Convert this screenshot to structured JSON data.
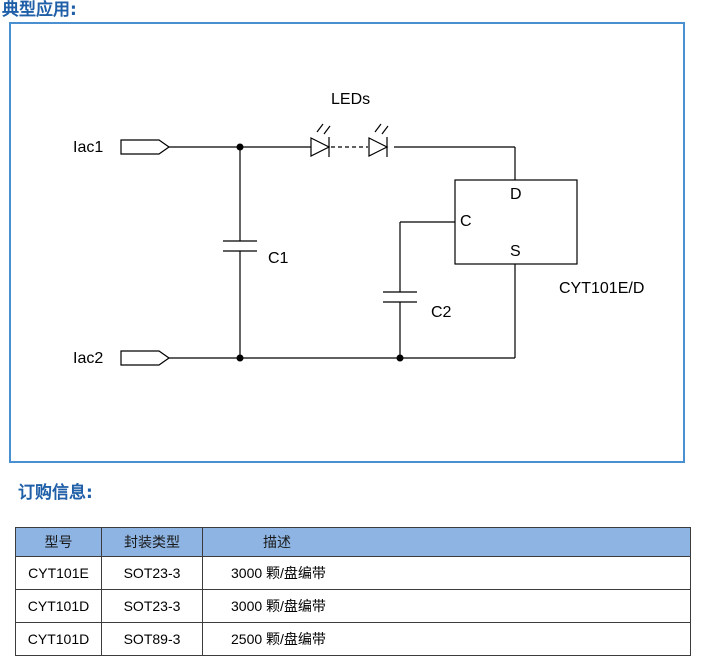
{
  "section_typical_app": "典型应用:",
  "section_ordering": "订购信息:",
  "circuit": {
    "labels": {
      "leds": "LEDs",
      "iac1": "Iac1",
      "iac2": "Iac2",
      "c1": "C1",
      "c2": "C2",
      "pin_d": "D",
      "pin_c": "C",
      "pin_s": "S",
      "chip": "CYT101E/D"
    }
  },
  "order_table": {
    "headers": [
      "型号",
      "封装类型",
      "描述"
    ],
    "rows": [
      [
        "CYT101E",
        "SOT23-3",
        "3000 颗/盘编带"
      ],
      [
        "CYT101D",
        "SOT23-3",
        "3000 颗/盘编带"
      ],
      [
        "CYT101D",
        "SOT89-3",
        "2500 颗/盘编带"
      ]
    ]
  },
  "colors": {
    "title": "#1f5fa8",
    "frame_border": "#4a8fd0",
    "table_header": "#8db4e2"
  }
}
